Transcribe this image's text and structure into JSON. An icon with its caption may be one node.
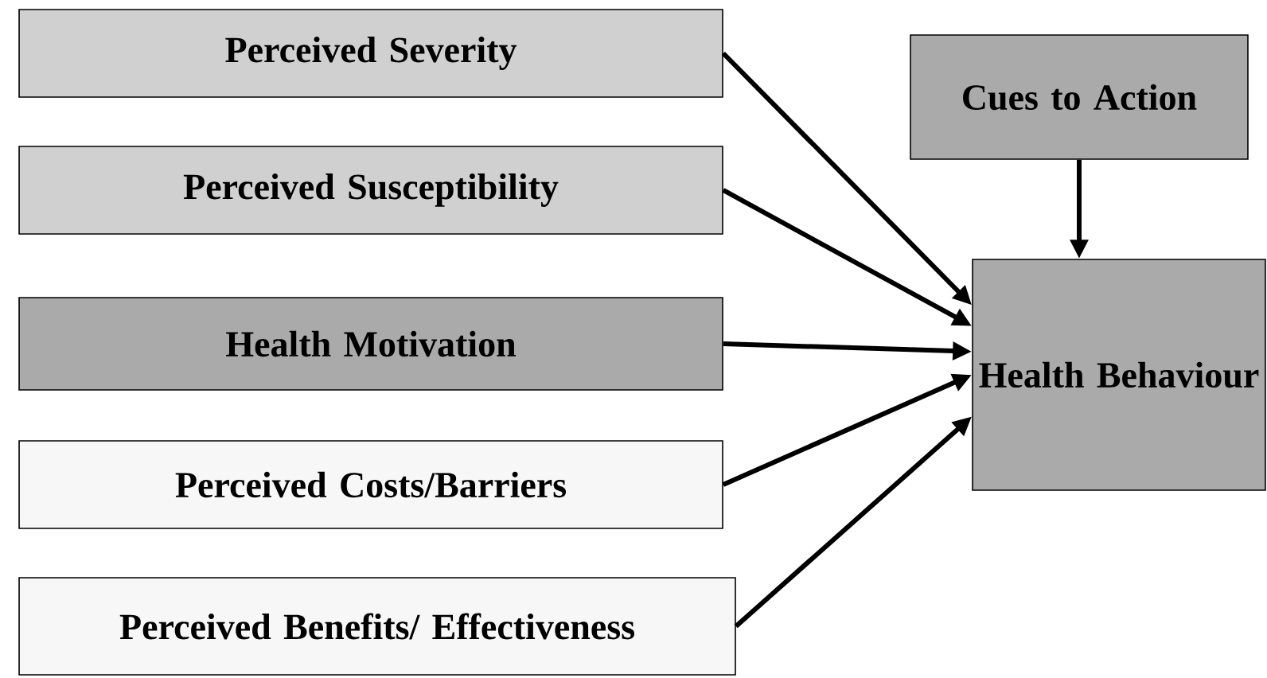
{
  "diagram": {
    "nodes": [
      {
        "text": [
          "Perceived Severity"
        ]
      },
      {
        "text": [
          "Perceived Susceptibility"
        ]
      },
      {
        "text": [
          "Health Motivation"
        ]
      },
      {
        "text": [
          "Perceived Costs/Barriers"
        ]
      },
      {
        "text": [
          "Perceived Benefits/ Effectiveness"
        ]
      },
      {
        "text": [
          "Cues to Action"
        ]
      },
      {
        "text": [
          "Health Behaviour"
        ]
      }
    ],
    "edges": [
      {
        "from": 0,
        "to": 6,
        "arrow": "to"
      },
      {
        "from": 1,
        "to": 6,
        "arrow": "to"
      },
      {
        "from": 2,
        "to": 6,
        "arrow": "to"
      },
      {
        "from": 3,
        "to": 6,
        "arrow": "to"
      },
      {
        "from": 4,
        "to": 6,
        "arrow": "to"
      },
      {
        "from": 5,
        "to": 6,
        "arrow": "to"
      }
    ]
  }
}
